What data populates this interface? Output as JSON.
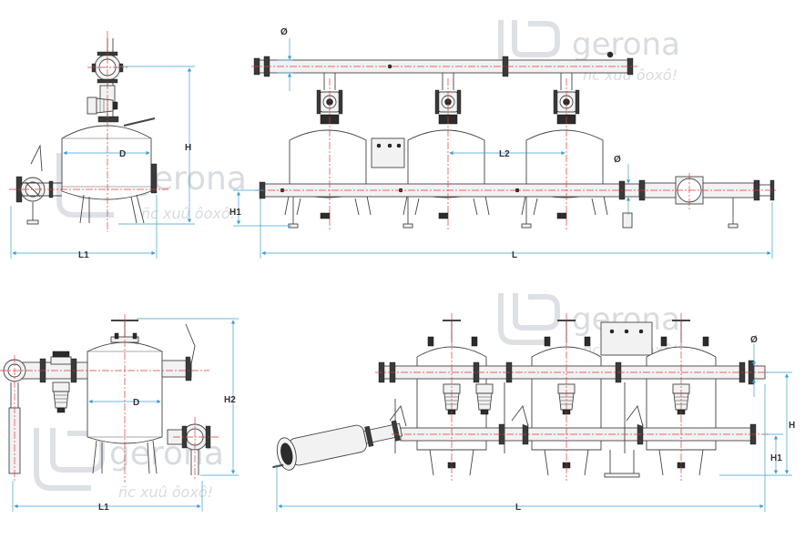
{
  "brand": {
    "name": "gerona",
    "tagline": "ñc xuû ôoxô!"
  },
  "dimensions": {
    "diameter": "Ø",
    "D": "D",
    "H": "H",
    "H1": "H1",
    "H2": "H2",
    "L": "L",
    "L1": "L1",
    "L2": "L2"
  },
  "colors": {
    "dimension_lines": "#3d9fd0",
    "center_lines": "#e03a3a",
    "drawing_lines": "#444444",
    "watermark": "#bfc6cc"
  }
}
